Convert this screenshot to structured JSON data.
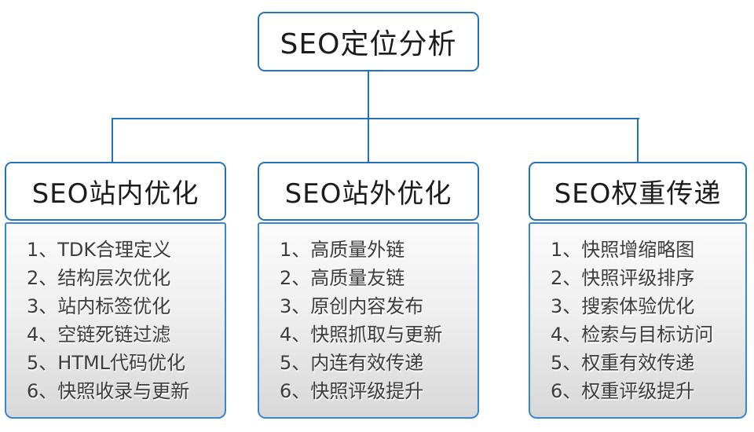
{
  "root": {
    "label": "SEO定位分析"
  },
  "columns": [
    {
      "header": "SEO站内优化",
      "items": [
        "1、TDK合理定义",
        "2、结构层次优化",
        "3、站内标签优化",
        "4、空链死链过滤",
        "5、HTML代码优化",
        "6、快照收录与更新"
      ]
    },
    {
      "header": "SEO站外优化",
      "items": [
        "1、高质量外链",
        "2、高质量友链",
        "3、原创内容发布",
        "4、快照抓取与更新",
        "5、内连有效传递",
        "6、快照评级提升"
      ]
    },
    {
      "header": "SEO权重传递",
      "items": [
        "1、快照增缩略图",
        "2、快照评级排序",
        "3、搜索体验优化",
        "4、检索与目标访问",
        "5、权重有效传递",
        "6、权重评级提升"
      ]
    }
  ],
  "colors": {
    "connector_line": "#2173BC",
    "node_border": "#2173BC",
    "list_border": "#3787D3",
    "list_gradient_top": "#fbfbfb",
    "list_gradient_bottom": "#d8d8d8",
    "node_text": "#1c1c1c",
    "list_text": "#3d3d3d"
  }
}
